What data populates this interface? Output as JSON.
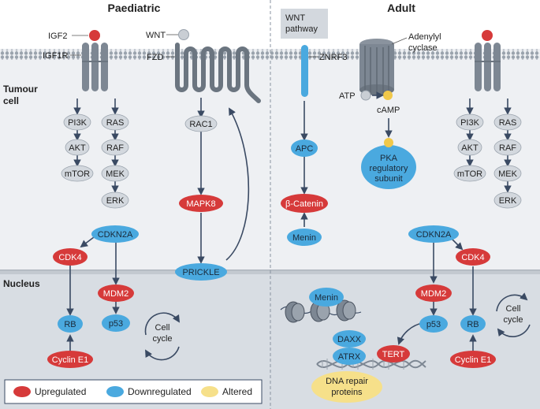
{
  "headers": {
    "paediatric": "Paediatric",
    "adult": "Adult"
  },
  "regions": {
    "tumour_cell": [
      "Tumour",
      "cell"
    ],
    "nucleus": "Nucleus"
  },
  "paediatric": {
    "igf2": "IGF2",
    "igf1r": "IGF1R",
    "wnt": "WNT",
    "fzd": "FZD",
    "pi3k": "PI3K",
    "akt": "AKT",
    "mtor": "mTOR",
    "ras": "RAS",
    "raf": "RAF",
    "mek": "MEK",
    "erk": "ERK",
    "rac1": "RAC1",
    "mapk8": "MAPK8",
    "prickle": "PRICKLE",
    "cdkn2a": "CDKN2A",
    "cdk4": "CDK4",
    "mdm2": "MDM2",
    "rb": "RB",
    "p53": "p53",
    "cyclin_e1": "Cyclin E1",
    "cell_cycle": [
      "Cell",
      "cycle"
    ]
  },
  "adult": {
    "wnt_pathway": [
      "WNT",
      "pathway"
    ],
    "znrf3": "ZNRF3",
    "adenylyl_cyclase": [
      "Adenylyl",
      "cyclase"
    ],
    "atp": "ATP",
    "camp": "cAMP",
    "apc": "APC",
    "beta_catenin": "β-Catenin",
    "menin_cyto": "Menin",
    "pka": [
      "PKA",
      "regulatory",
      "subunit"
    ],
    "pi3k": "PI3K",
    "akt": "AKT",
    "mtor": "mTOR",
    "ras": "RAS",
    "raf": "RAF",
    "mek": "MEK",
    "erk": "ERK",
    "cdkn2a": "CDKN2A",
    "cdk4": "CDK4",
    "mdm2": "MDM2",
    "p53": "p53",
    "rb": "RB",
    "cyclin_e1": "Cyclin E1",
    "cell_cycle": [
      "Cell",
      "cycle"
    ],
    "menin_nuc": "Menin",
    "daxx": "DAXX",
    "atrx": "ATRX",
    "tert": "TERT",
    "dna_repair": [
      "DNA repair",
      "proteins"
    ]
  },
  "legend": {
    "upregulated": "Upregulated",
    "downregulated": "Downregulated",
    "altered": "Altered"
  },
  "colors": {
    "upregulated": "#d63a3a",
    "downregulated": "#4aa9df",
    "altered": "#f6e08a",
    "neutral": "#d3d8de",
    "arrow": "#3a4a63",
    "nucleus_bg": "#d8dde3",
    "cell_bg": "#eef0f3"
  }
}
